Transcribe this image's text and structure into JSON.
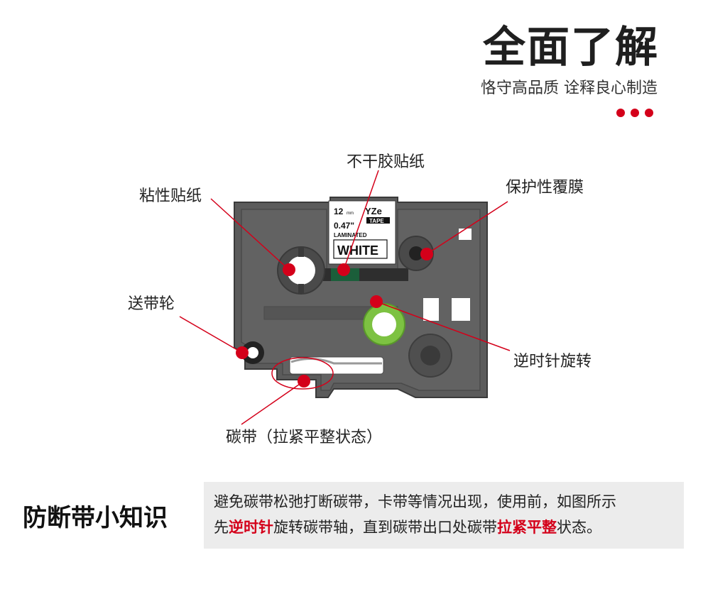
{
  "header": {
    "title": "全面了解",
    "subtitle": "恪守高品质 诠释良心制造"
  },
  "cartridge": {
    "tape_size_mm": "12",
    "tape_unit": "mm",
    "tape_size_in": "0.47\"",
    "brand_line1": "YZe",
    "brand_line2": "TAPE",
    "laminated": "LAMINATED",
    "color_label": "WHITE"
  },
  "callouts": {
    "non_adhesive": "不干胶贴纸",
    "adhesive_sticker": "粘性贴纸",
    "protective_film": "保护性覆膜",
    "feed_wheel": "送带轮",
    "counterclockwise": "逆时针旋转",
    "ribbon": "碳带（拉紧平整状态）"
  },
  "tip": {
    "title": "防断带小知识",
    "line1": "避免碳带松弛打断碳带，卡带等情况出现，使用前，如图所示",
    "line2_pre": "先",
    "line2_hl1": "逆时针",
    "line2_mid": "旋转碳带轴，直到碳带出口处碳带",
    "line2_hl2": "拉紧平整",
    "line2_post": "状态。"
  },
  "colors": {
    "accent": "#d4001a",
    "cartridge_body": "#5a5a5a",
    "cartridge_dark": "#3a3a3a",
    "green_spool": "#7dc242",
    "tip_bg": "#ececec"
  }
}
